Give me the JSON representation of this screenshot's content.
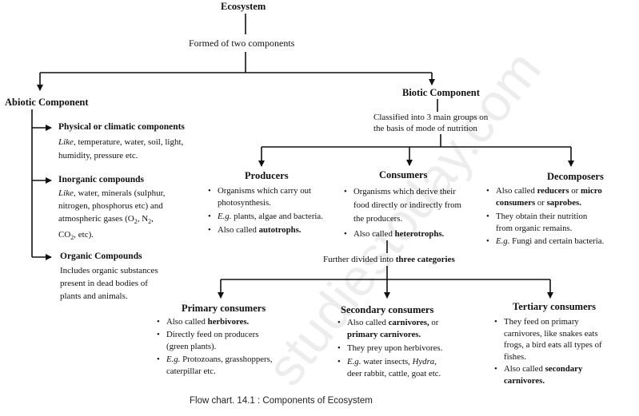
{
  "root": {
    "title": "Ecosystem",
    "subtitle": "Formed of two components"
  },
  "abiotic": {
    "title": "Abiotic Component",
    "physical": {
      "heading": "Physical or climatic components",
      "like": "Like",
      "text1": ", temperature, water, soil, light,",
      "text2": "humidity, pressure etc."
    },
    "inorganic": {
      "heading": "Inorganic compounds",
      "like": "Like",
      "text1": ", water, minerals (sulphur,",
      "text2": "nitrogen, phosphorus etc) and",
      "text3a": "atmospheric gases (O",
      "sub2": "2",
      "text3b": ", N",
      "text3c": ",",
      "text4a": "CO",
      "text4b": ", etc)."
    },
    "organic": {
      "heading": "Organic Compounds",
      "lines": [
        "Includes organic substances",
        "present in dead bodies of",
        "plants and animals."
      ]
    }
  },
  "biotic": {
    "title": "Biotic Component",
    "classified": [
      "Classified into 3 main groups on",
      "the basis of mode of nutrition"
    ],
    "producers": {
      "title": "Producers",
      "b1a": "Organisms which carry out",
      "b1b": "photosynthesis.",
      "eg": "E.g.",
      "b2": " plants, algae and bacteria.",
      "b3a": "Also called ",
      "b3b": "autotrophs."
    },
    "consumers": {
      "title": "Consumers",
      "b1a": "Organisms which derive their",
      "b1b": "food directly or indirectly from",
      "b1c": "the producers.",
      "b2a": "Also called ",
      "b2b": "heterotrophs.",
      "further_a": "Further divided into ",
      "further_b": "three categories"
    },
    "decomposers": {
      "title": "Decomposers",
      "b1a": "Also called ",
      "b1b": "reducers",
      "b1c": " or ",
      "b1d": "micro",
      "b1e": "consumers",
      "b1f": " or ",
      "b1g": "saprobes.",
      "b2a": "They obtain their nutrition",
      "b2b": "from organic remains.",
      "eg": "E.g.",
      "b3": " Fungi and certain bacteria."
    }
  },
  "primary": {
    "title": "Primary consumers",
    "b1a": "Also called ",
    "b1b": "herbivores.",
    "b2a": "Directly feed on producers",
    "b2b": "(green plants).",
    "eg": "E.g.",
    "b3a": " Protozoans, grasshoppers,",
    "b3b": "caterpillar etc."
  },
  "secondary": {
    "title": "Secondary consumers",
    "b1a": "Also called ",
    "b1b": "carnivores,",
    "b1c": " or",
    "b1d": "primary carnivores.",
    "b2": "They prey upon herbivores.",
    "eg": "E.g.",
    "b3a": " water insects, ",
    "hydra": "Hydra",
    "b3b": ",",
    "b3c": "deer rabbit, cattle, goat etc."
  },
  "tertiary": {
    "title": "Tertiary consumers",
    "b1a": "They feed on primary",
    "b1b": "carnivores, like snakes eats",
    "b1c": "frogs, a bird eats all types of",
    "b1d": "fishes.",
    "b2a": "Also called ",
    "b2b": "secondary",
    "b2c": "carnivores."
  },
  "caption": "Flow chart. 14.1 : Components of Ecosystem",
  "watermark": "studiestoday.com"
}
